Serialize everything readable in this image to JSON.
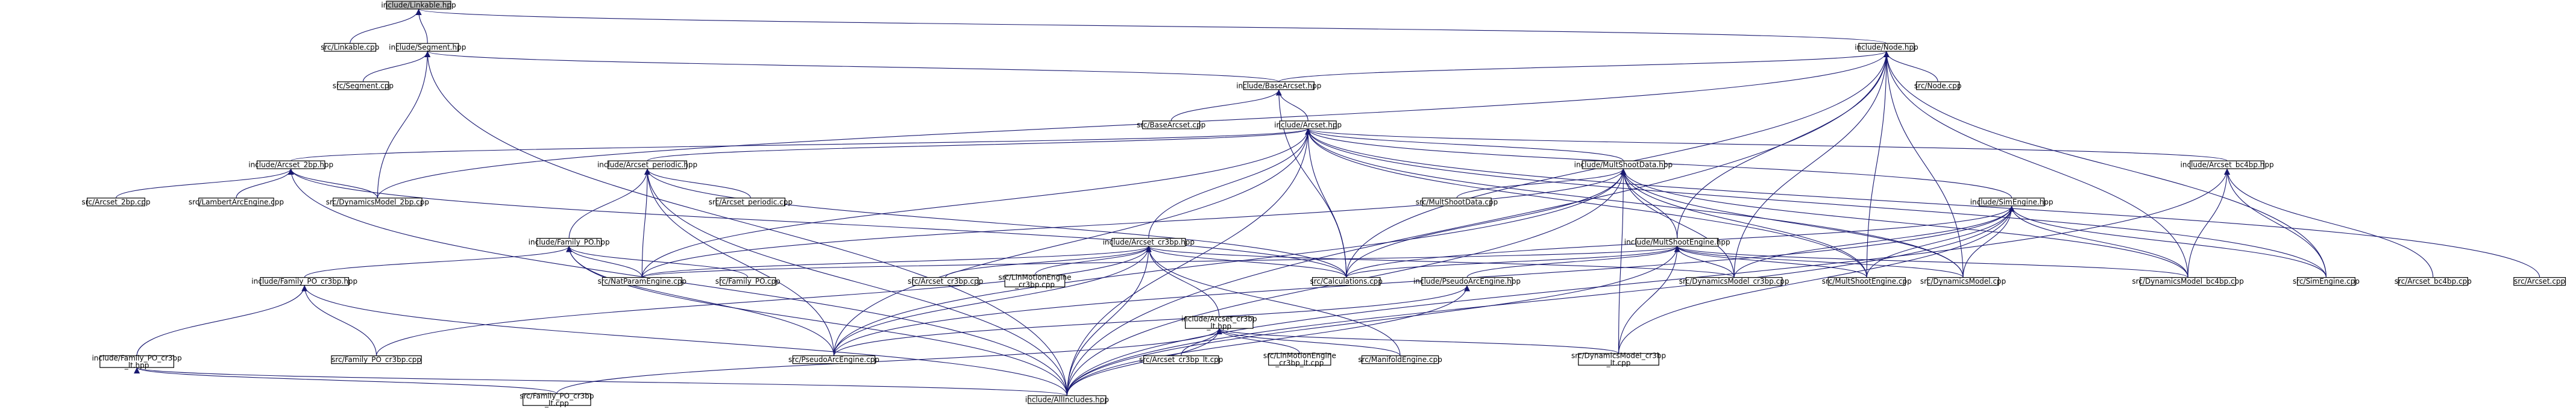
{
  "graph": {
    "nodes": [
      {
        "id": "linkable_hpp",
        "lines": [
          "include/Linkable.hpp"
        ],
        "root": true
      },
      {
        "id": "linkable_cpp",
        "lines": [
          "src/Linkable.cpp"
        ]
      },
      {
        "id": "segment_hpp",
        "lines": [
          "include/Segment.hpp"
        ]
      },
      {
        "id": "segment_cpp",
        "lines": [
          "src/Segment.cpp"
        ]
      },
      {
        "id": "node_hpp",
        "lines": [
          "include/Node.hpp"
        ]
      },
      {
        "id": "node_cpp",
        "lines": [
          "src/Node.cpp"
        ]
      },
      {
        "id": "basearcset_hpp",
        "lines": [
          "include/BaseArcset.hpp"
        ]
      },
      {
        "id": "basearcset_cpp",
        "lines": [
          "src/BaseArcset.cpp"
        ]
      },
      {
        "id": "arcset_hpp",
        "lines": [
          "include/Arcset.hpp"
        ]
      },
      {
        "id": "arcset_2bp_hpp",
        "lines": [
          "include/Arcset_2bp.hpp"
        ]
      },
      {
        "id": "arcset_periodic_hpp",
        "lines": [
          "include/Arcset_periodic.hpp"
        ]
      },
      {
        "id": "multshootdata_hpp",
        "lines": [
          "include/MultShootData.hpp"
        ]
      },
      {
        "id": "arcset_bc4bp_hpp",
        "lines": [
          "include/Arcset_bc4bp.hpp"
        ]
      },
      {
        "id": "arcset_2bp_cpp",
        "lines": [
          "src/Arcset_2bp.cpp"
        ]
      },
      {
        "id": "lambertarcengine_cpp",
        "lines": [
          "src/LambertArcEngine.cpp"
        ]
      },
      {
        "id": "dynamicsmodel_2bp_cpp",
        "lines": [
          "src/DynamicsModel_2bp.cpp"
        ]
      },
      {
        "id": "arcset_periodic_cpp",
        "lines": [
          "src/Arcset_periodic.cpp"
        ]
      },
      {
        "id": "multshootdata_cpp",
        "lines": [
          "src/MultShootData.cpp"
        ]
      },
      {
        "id": "simengine_hpp",
        "lines": [
          "include/SimEngine.hpp"
        ]
      },
      {
        "id": "family_po_hpp",
        "lines": [
          "include/Family_PO.hpp"
        ]
      },
      {
        "id": "arcset_cr3bp_hpp",
        "lines": [
          "include/Arcset_cr3bp.hpp"
        ]
      },
      {
        "id": "multshootengine_hpp",
        "lines": [
          "include/MultShootEngine.hpp"
        ]
      },
      {
        "id": "family_po_cr3bp_hpp",
        "lines": [
          "include/Family_PO_cr3bp.hpp"
        ]
      },
      {
        "id": "natparamengine_cpp",
        "lines": [
          "src/NatParamEngine.cpp"
        ]
      },
      {
        "id": "family_po_cpp",
        "lines": [
          "src/Family_PO.cpp"
        ]
      },
      {
        "id": "arcset_cr3bp_cpp",
        "lines": [
          "src/Arcset_cr3bp.cpp"
        ]
      },
      {
        "id": "linmotionengine_cr3bp_cpp",
        "lines": [
          "src/LinMotionEngine",
          "_cr3bp.cpp"
        ]
      },
      {
        "id": "calculations_cpp",
        "lines": [
          "src/Calculations.cpp"
        ]
      },
      {
        "id": "pseudoarcengine_hpp",
        "lines": [
          "include/PseudoArcEngine.hpp"
        ]
      },
      {
        "id": "dynamicsmodel_cr3bp_cpp",
        "lines": [
          "src/DynamicsModel_cr3bp.cpp"
        ]
      },
      {
        "id": "multshootengine_cpp",
        "lines": [
          "src/MultShootEngine.cpp"
        ]
      },
      {
        "id": "dynamicsmodel_cpp",
        "lines": [
          "src/DynamicsModel.cpp"
        ]
      },
      {
        "id": "dynamicsmodel_bc4bp_cpp",
        "lines": [
          "src/DynamicsModel_bc4bp.cpp"
        ]
      },
      {
        "id": "simengine_cpp",
        "lines": [
          "src/SimEngine.cpp"
        ]
      },
      {
        "id": "arcset_bc4bp_cpp",
        "lines": [
          "src/Arcset_bc4bp.cpp"
        ]
      },
      {
        "id": "arcset_cpp",
        "lines": [
          "src/Arcset.cpp"
        ]
      },
      {
        "id": "arcset_cr3bp_lt_hpp",
        "lines": [
          "include/Arcset_cr3bp",
          "_lt.hpp"
        ]
      },
      {
        "id": "family_po_cr3bp_lt_hpp",
        "lines": [
          "include/Family_PO_cr3bp",
          "_lt.hpp"
        ]
      },
      {
        "id": "family_po_cr3bp_cpp",
        "lines": [
          "src/Family_PO_cr3bp.cpp"
        ]
      },
      {
        "id": "pseudoarcengine_cpp",
        "lines": [
          "src/PseudoArcEngine.cpp"
        ]
      },
      {
        "id": "arcset_cr3bp_lt_cpp",
        "lines": [
          "src/Arcset_cr3bp_lt.cpp"
        ]
      },
      {
        "id": "linmotionengine_cr3bp_lt_cpp",
        "lines": [
          "src/LinMotionEngine",
          "_cr3bp_lt.cpp"
        ]
      },
      {
        "id": "manifoldengine_cpp",
        "lines": [
          "src/ManifoldEngine.cpp"
        ]
      },
      {
        "id": "dynamicsmodel_cr3bp_lt_cpp",
        "lines": [
          "src/DynamicsModel_cr3bp",
          "_lt.cpp"
        ]
      },
      {
        "id": "allincludes_hpp",
        "lines": [
          "include/AllIncludes.hpp"
        ]
      },
      {
        "id": "family_po_cr3bp_lt_cpp",
        "lines": [
          "src/Family_PO_cr3bp",
          "_lt.cpp"
        ]
      }
    ],
    "edges": [
      [
        "linkable_hpp",
        "linkable_cpp"
      ],
      [
        "linkable_hpp",
        "segment_hpp"
      ],
      [
        "linkable_hpp",
        "node_hpp"
      ],
      [
        "segment_hpp",
        "segment_cpp"
      ],
      [
        "segment_hpp",
        "basearcset_hpp"
      ],
      [
        "segment_hpp",
        "dynamicsmodel_2bp_cpp"
      ],
      [
        "segment_hpp",
        "allincludes_hpp"
      ],
      [
        "node_hpp",
        "node_cpp"
      ],
      [
        "node_hpp",
        "basearcset_hpp"
      ],
      [
        "node_hpp",
        "multshootengine_hpp"
      ],
      [
        "node_hpp",
        "calculations_cpp"
      ],
      [
        "node_hpp",
        "dynamicsmodel_cr3bp_cpp"
      ],
      [
        "node_hpp",
        "multshootengine_cpp"
      ],
      [
        "node_hpp",
        "dynamicsmodel_cpp"
      ],
      [
        "node_hpp",
        "dynamicsmodel_bc4bp_cpp"
      ],
      [
        "node_hpp",
        "simengine_cpp"
      ],
      [
        "node_hpp",
        "allincludes_hpp"
      ],
      [
        "node_hpp",
        "dynamicsmodel_2bp_cpp"
      ],
      [
        "basearcset_hpp",
        "basearcset_cpp"
      ],
      [
        "basearcset_hpp",
        "arcset_hpp"
      ],
      [
        "basearcset_hpp",
        "calculations_cpp"
      ],
      [
        "arcset_hpp",
        "arcset_2bp_hpp"
      ],
      [
        "arcset_hpp",
        "arcset_periodic_hpp"
      ],
      [
        "arcset_hpp",
        "multshootdata_hpp"
      ],
      [
        "arcset_hpp",
        "arcset_bc4bp_hpp"
      ],
      [
        "arcset_hpp",
        "arcset_cr3bp_hpp"
      ],
      [
        "arcset_hpp",
        "simengine_hpp"
      ],
      [
        "arcset_hpp",
        "calculations_cpp"
      ],
      [
        "arcset_hpp",
        "natparamengine_cpp"
      ],
      [
        "arcset_hpp",
        "arcset_cpp"
      ],
      [
        "arcset_hpp",
        "simengine_cpp"
      ],
      [
        "arcset_hpp",
        "multshootengine_cpp"
      ],
      [
        "arcset_hpp",
        "dynamicsmodel_cpp"
      ],
      [
        "arcset_hpp",
        "allincludes_hpp"
      ],
      [
        "arcset_hpp",
        "pseudoarcengine_cpp"
      ],
      [
        "arcset_2bp_hpp",
        "arcset_2bp_cpp"
      ],
      [
        "arcset_2bp_hpp",
        "lambertarcengine_cpp"
      ],
      [
        "arcset_2bp_hpp",
        "dynamicsmodel_2bp_cpp"
      ],
      [
        "arcset_2bp_hpp",
        "calculations_cpp"
      ],
      [
        "arcset_2bp_hpp",
        "allincludes_hpp"
      ],
      [
        "arcset_periodic_hpp",
        "arcset_periodic_cpp"
      ],
      [
        "arcset_periodic_hpp",
        "family_po_hpp"
      ],
      [
        "arcset_periodic_hpp",
        "natparamengine_cpp"
      ],
      [
        "arcset_periodic_hpp",
        "pseudoarcengine_cpp"
      ],
      [
        "arcset_periodic_hpp",
        "calculations_cpp"
      ],
      [
        "arcset_periodic_hpp",
        "allincludes_hpp"
      ],
      [
        "multshootdata_hpp",
        "multshootdata_cpp"
      ],
      [
        "multshootdata_hpp",
        "multshootengine_hpp"
      ],
      [
        "multshootdata_hpp",
        "calculations_cpp"
      ],
      [
        "multshootdata_hpp",
        "natparamengine_cpp"
      ],
      [
        "multshootdata_hpp",
        "dynamicsmodel_cr3bp_cpp"
      ],
      [
        "multshootdata_hpp",
        "multshootengine_cpp"
      ],
      [
        "multshootdata_hpp",
        "dynamicsmodel_cpp"
      ],
      [
        "multshootdata_hpp",
        "dynamicsmodel_bc4bp_cpp"
      ],
      [
        "multshootdata_hpp",
        "dynamicsmodel_cr3bp_lt_cpp"
      ],
      [
        "multshootdata_hpp",
        "allincludes_hpp"
      ],
      [
        "multshootdata_hpp",
        "pseudoarcengine_cpp"
      ],
      [
        "arcset_bc4bp_hpp",
        "arcset_bc4bp_cpp"
      ],
      [
        "arcset_bc4bp_hpp",
        "dynamicsmodel_bc4bp_cpp"
      ],
      [
        "arcset_bc4bp_hpp",
        "simengine_cpp"
      ],
      [
        "arcset_bc4bp_hpp",
        "allincludes_hpp"
      ],
      [
        "simengine_hpp",
        "simengine_cpp"
      ],
      [
        "simengine_hpp",
        "calculations_cpp"
      ],
      [
        "simengine_hpp",
        "multshootengine_cpp"
      ],
      [
        "simengine_hpp",
        "dynamicsmodel_cpp"
      ],
      [
        "simengine_hpp",
        "dynamicsmodel_cr3bp_cpp"
      ],
      [
        "simengine_hpp",
        "dynamicsmodel_bc4bp_cpp"
      ],
      [
        "simengine_hpp",
        "allincludes_hpp"
      ],
      [
        "simengine_hpp",
        "dynamicsmodel_cr3bp_lt_cpp"
      ],
      [
        "simengine_hpp",
        "pseudoarcengine_cpp"
      ],
      [
        "family_po_hpp",
        "family_po_cpp"
      ],
      [
        "family_po_hpp",
        "family_po_cr3bp_hpp"
      ],
      [
        "family_po_hpp",
        "natparamengine_cpp"
      ],
      [
        "family_po_hpp",
        "pseudoarcengine_cpp"
      ],
      [
        "family_po_hpp",
        "allincludes_hpp"
      ],
      [
        "arcset_cr3bp_hpp",
        "arcset_cr3bp_cpp"
      ],
      [
        "arcset_cr3bp_hpp",
        "linmotionengine_cr3bp_cpp"
      ],
      [
        "arcset_cr3bp_hpp",
        "calculations_cpp"
      ],
      [
        "arcset_cr3bp_hpp",
        "arcset_cr3bp_lt_hpp"
      ],
      [
        "arcset_cr3bp_hpp",
        "natparamengine_cpp"
      ],
      [
        "arcset_cr3bp_hpp",
        "family_po_cr3bp_cpp"
      ],
      [
        "arcset_cr3bp_hpp",
        "pseudoarcengine_cpp"
      ],
      [
        "arcset_cr3bp_hpp",
        "dynamicsmodel_cr3bp_cpp"
      ],
      [
        "arcset_cr3bp_hpp",
        "manifoldengine_cpp"
      ],
      [
        "arcset_cr3bp_hpp",
        "allincludes_hpp"
      ],
      [
        "multshootengine_hpp",
        "calculations_cpp"
      ],
      [
        "multshootengine_hpp",
        "natparamengine_cpp"
      ],
      [
        "multshootengine_hpp",
        "pseudoarcengine_hpp"
      ],
      [
        "multshootengine_hpp",
        "multshootengine_cpp"
      ],
      [
        "multshootengine_hpp",
        "dynamicsmodel_cr3bp_cpp"
      ],
      [
        "multshootengine_hpp",
        "dynamicsmodel_cpp"
      ],
      [
        "multshootengine_hpp",
        "dynamicsmodel_bc4bp_cpp"
      ],
      [
        "multshootengine_hpp",
        "allincludes_hpp"
      ],
      [
        "multshootengine_hpp",
        "dynamicsmodel_cr3bp_lt_cpp"
      ],
      [
        "family_po_cr3bp_hpp",
        "family_po_cr3bp_cpp"
      ],
      [
        "family_po_cr3bp_hpp",
        "family_po_cr3bp_lt_hpp"
      ],
      [
        "family_po_cr3bp_hpp",
        "allincludes_hpp"
      ],
      [
        "pseudoarcengine_hpp",
        "pseudoarcengine_cpp"
      ],
      [
        "pseudoarcengine_hpp",
        "allincludes_hpp"
      ],
      [
        "arcset_cr3bp_lt_hpp",
        "arcset_cr3bp_lt_cpp"
      ],
      [
        "arcset_cr3bp_lt_hpp",
        "linmotionengine_cr3bp_lt_cpp"
      ],
      [
        "arcset_cr3bp_lt_hpp",
        "manifoldengine_cpp"
      ],
      [
        "arcset_cr3bp_lt_hpp",
        "dynamicsmodel_cr3bp_lt_cpp"
      ],
      [
        "arcset_cr3bp_lt_hpp",
        "family_po_cr3bp_lt_cpp"
      ],
      [
        "arcset_cr3bp_lt_hpp",
        "allincludes_hpp"
      ],
      [
        "family_po_cr3bp_lt_hpp",
        "family_po_cr3bp_lt_cpp"
      ],
      [
        "family_po_cr3bp_lt_hpp",
        "allincludes_hpp"
      ]
    ]
  },
  "colors": {
    "edge": "#191970",
    "root_fill": "#bfbfbf",
    "node_fill": "#ffffff",
    "border": "#000000"
  }
}
